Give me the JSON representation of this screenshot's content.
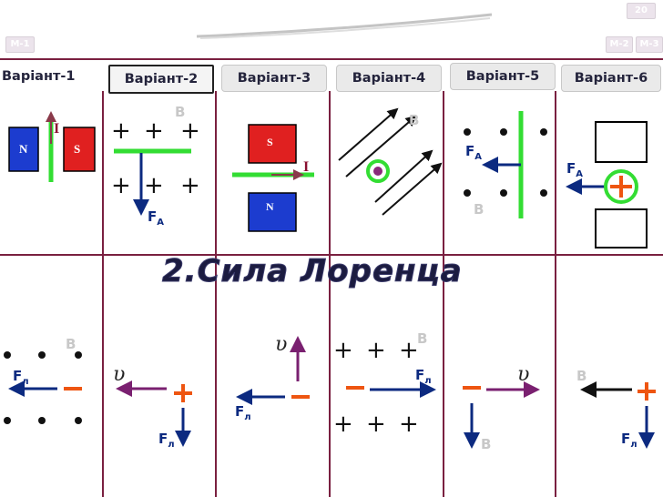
{
  "slide_number": "20",
  "nav": {
    "m1": "М-1",
    "m2": "М-2",
    "m3": "М-3"
  },
  "tabs": [
    "Варіант-1",
    "Варіант-2",
    "Варіант-3",
    "Варіант-4",
    "Варіант-5",
    "Варіант-6"
  ],
  "selected_tab": "Варіант-2",
  "title": "2.Сила Лоренца",
  "labels": {
    "current": "I",
    "north": "N",
    "south": "S",
    "field": "B",
    "ampere_force": "F",
    "ampere_sub": "A",
    "lorentz_force": "F",
    "lorentz_sub": "л",
    "velocity": "υ",
    "plus": "+",
    "minus": "−"
  },
  "colors": {
    "grid": "#7a2040",
    "green": "#33dd33",
    "red": "#e02020",
    "blue": "#1c3ccf",
    "navy": "#0c2a80",
    "purple": "#7a2070",
    "label_red": "#8a1030",
    "label_grey": "#c8c8c8",
    "charge_orange": "#ee5511"
  }
}
